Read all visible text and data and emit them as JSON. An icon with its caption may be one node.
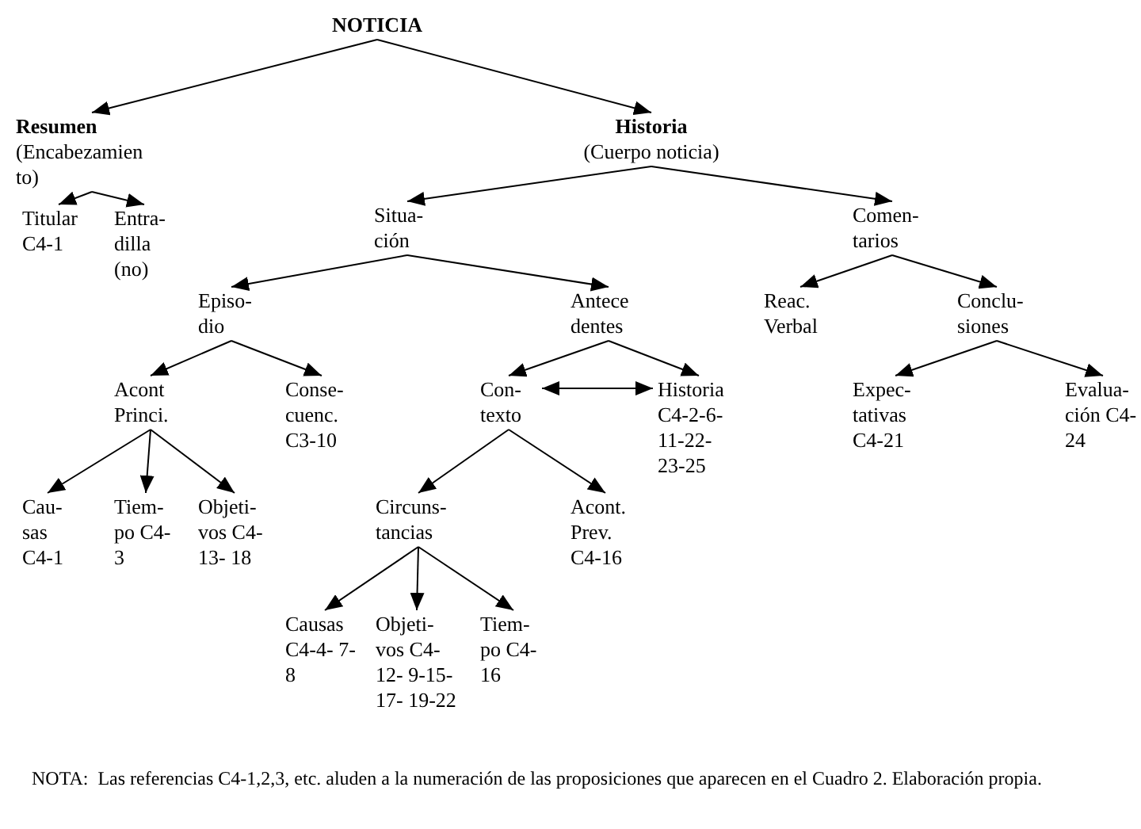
{
  "diagram": {
    "nodes": [
      {
        "text": [
          "NOTICIA"
        ]
      },
      {
        "text": [
          "Resumen",
          "(Encabezamien to)"
        ]
      },
      {
        "text": [
          "Titular C4-1"
        ]
      },
      {
        "text": [
          "Entra- dilla (no)"
        ]
      },
      {
        "text": [
          "Historia",
          "(Cuerpo noticia)"
        ]
      },
      {
        "text": [
          "Situa- ción"
        ]
      },
      {
        "text": [
          "Comen- tarios"
        ]
      },
      {
        "text": [
          "Episo- dio"
        ]
      },
      {
        "text": [
          "Antece dentes"
        ]
      },
      {
        "text": [
          "Reac. Verbal"
        ]
      },
      {
        "text": [
          "Conclu- siones"
        ]
      },
      {
        "text": [
          "Acont Princi."
        ]
      },
      {
        "text": [
          "Conse- cuenc. C3-10"
        ]
      },
      {
        "text": [
          "Con- texto"
        ]
      },
      {
        "text": [
          "Historia C4-2-6- 11-22- 23-25"
        ]
      },
      {
        "text": [
          "Expec- tativas C4-21"
        ]
      },
      {
        "text": [
          "Evalua- ción C4-24"
        ]
      },
      {
        "text": [
          "Cau- sas C4-1"
        ]
      },
      {
        "text": [
          "Tiem- po C4-3"
        ]
      },
      {
        "text": [
          "Objeti- vos C4-13- 18"
        ]
      },
      {
        "text": [
          "Circuns- tancias"
        ]
      },
      {
        "text": [
          "Acont. Prev. C4-16"
        ]
      },
      {
        "text": [
          "Causas C4-4- 7-8"
        ]
      },
      {
        "text": [
          "Objeti- vos C4-12- 9-15-17- 19-22"
        ]
      },
      {
        "text": [
          "Tiem- po C4-16"
        ]
      }
    ],
    "edges": [
      {
        "from": 0,
        "to": 1,
        "arrow": "to"
      },
      {
        "from": 0,
        "to": 4,
        "arrow": "to"
      },
      {
        "from": 1,
        "to": 2,
        "arrow": "to"
      },
      {
        "from": 1,
        "to": 3,
        "arrow": "to"
      },
      {
        "from": 4,
        "to": 5,
        "arrow": "to"
      },
      {
        "from": 4,
        "to": 6,
        "arrow": "to"
      },
      {
        "from": 5,
        "to": 7,
        "arrow": "to"
      },
      {
        "from": 5,
        "to": 8,
        "arrow": "to"
      },
      {
        "from": 6,
        "to": 9,
        "arrow": "to"
      },
      {
        "from": 6,
        "to": 10,
        "arrow": "to"
      },
      {
        "from": 7,
        "to": 11,
        "arrow": "to"
      },
      {
        "from": 7,
        "to": 12,
        "arrow": "to"
      },
      {
        "from": 8,
        "to": 13,
        "arrow": "to"
      },
      {
        "from": 8,
        "to": 14,
        "arrow": "to"
      },
      {
        "from": 13,
        "to": 14,
        "arrow": "both"
      },
      {
        "from": 10,
        "to": 15,
        "arrow": "to"
      },
      {
        "from": 10,
        "to": 16,
        "arrow": "to"
      },
      {
        "from": 11,
        "to": 17,
        "arrow": "to"
      },
      {
        "from": 11,
        "to": 18,
        "arrow": "to"
      },
      {
        "from": 11,
        "to": 19,
        "arrow": "to"
      },
      {
        "from": 13,
        "to": 20,
        "arrow": "to"
      },
      {
        "from": 13,
        "to": 21,
        "arrow": "to"
      },
      {
        "from": 20,
        "to": 22,
        "arrow": "to"
      },
      {
        "from": 20,
        "to": 23,
        "arrow": "to"
      },
      {
        "from": 20,
        "to": 24,
        "arrow": "to"
      }
    ],
    "labels": [
      "NOTA:",
      "Las referencias C4-1,2,3, etc. aluden a la numeración de las proposiciones que aparecen en el Cuadro 2. Elaboración propia."
    ]
  }
}
